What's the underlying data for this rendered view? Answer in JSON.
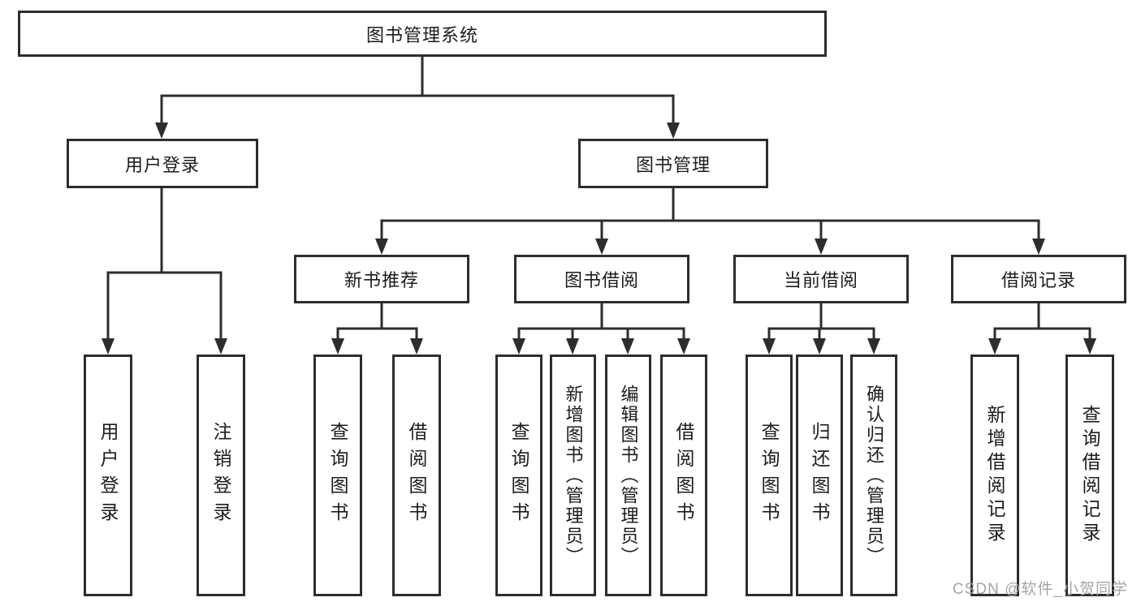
{
  "diagram": {
    "root": "图书管理系统",
    "level2": {
      "user_login": "用户登录",
      "book_management": "图书管理"
    },
    "level3": {
      "new_book_recommend": "新书推荐",
      "book_borrow": "图书借阅",
      "current_borrow": "当前借阅",
      "borrow_records": "借阅记录"
    },
    "leaves": [
      "用户登录",
      "注销登录",
      "查询图书",
      "借阅图书",
      "查询图书",
      "新增图书（管理员）",
      "编辑图书（管理员）",
      "借阅图书",
      "查询图书",
      "归还图书",
      "确认归还（管理员）",
      "新增借阅记录",
      "查询借阅记录"
    ],
    "watermark": "CSDN @软件_小贺同学",
    "colors": {
      "line": "#2d2d2d",
      "text": "#1c1c1c",
      "watermark": "#a5a5a5",
      "background": "#ffffff"
    }
  }
}
